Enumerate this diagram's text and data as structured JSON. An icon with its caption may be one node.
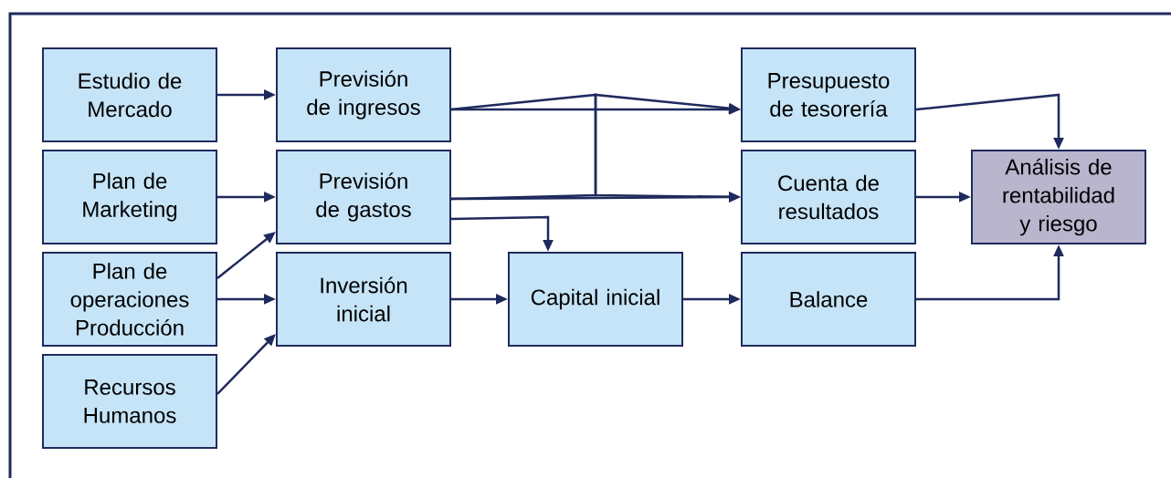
{
  "diagram": {
    "nodes": [
      {
        "text": [
          "Estudio de Mercado"
        ]
      },
      {
        "text": [
          "Previsión de ingresos"
        ]
      },
      {
        "text": [
          "Presupuesto de tesorería"
        ]
      },
      {
        "text": [
          "Plan de Marketing"
        ]
      },
      {
        "text": [
          "Previsión de gastos"
        ]
      },
      {
        "text": [
          "Cuenta de resultados"
        ]
      },
      {
        "text": [
          "Análisis de rentabilidad y riesgo"
        ]
      },
      {
        "text": [
          "Plan de operaciones Producción"
        ]
      },
      {
        "text": [
          "Inversión inicial"
        ]
      },
      {
        "text": [
          "Capital inicial"
        ]
      },
      {
        "text": [
          "Balance"
        ]
      },
      {
        "text": [
          "Recursos Humanos"
        ]
      }
    ],
    "edges": [
      {
        "from": 0,
        "to": 1,
        "arrow": "to"
      },
      {
        "from": 3,
        "to": 4,
        "arrow": "to"
      },
      {
        "from": 7,
        "to": 4,
        "arrow": "to"
      },
      {
        "from": 7,
        "to": 8,
        "arrow": "to"
      },
      {
        "from": 11,
        "to": 8,
        "arrow": "to"
      },
      {
        "from": 1,
        "to": 2,
        "arrow": "to"
      },
      {
        "from": 1,
        "to": 5,
        "arrow": "to"
      },
      {
        "from": 4,
        "to": 2,
        "arrow": "to"
      },
      {
        "from": 4,
        "to": 5,
        "arrow": "to"
      },
      {
        "from": 4,
        "to": 9,
        "arrow": "to"
      },
      {
        "from": 8,
        "to": 9,
        "arrow": "to"
      },
      {
        "from": 9,
        "to": 10,
        "arrow": "to"
      },
      {
        "from": 2,
        "to": 6,
        "arrow": "to"
      },
      {
        "from": 5,
        "to": 6,
        "arrow": "to"
      },
      {
        "from": 10,
        "to": 6,
        "arrow": "to"
      }
    ]
  }
}
